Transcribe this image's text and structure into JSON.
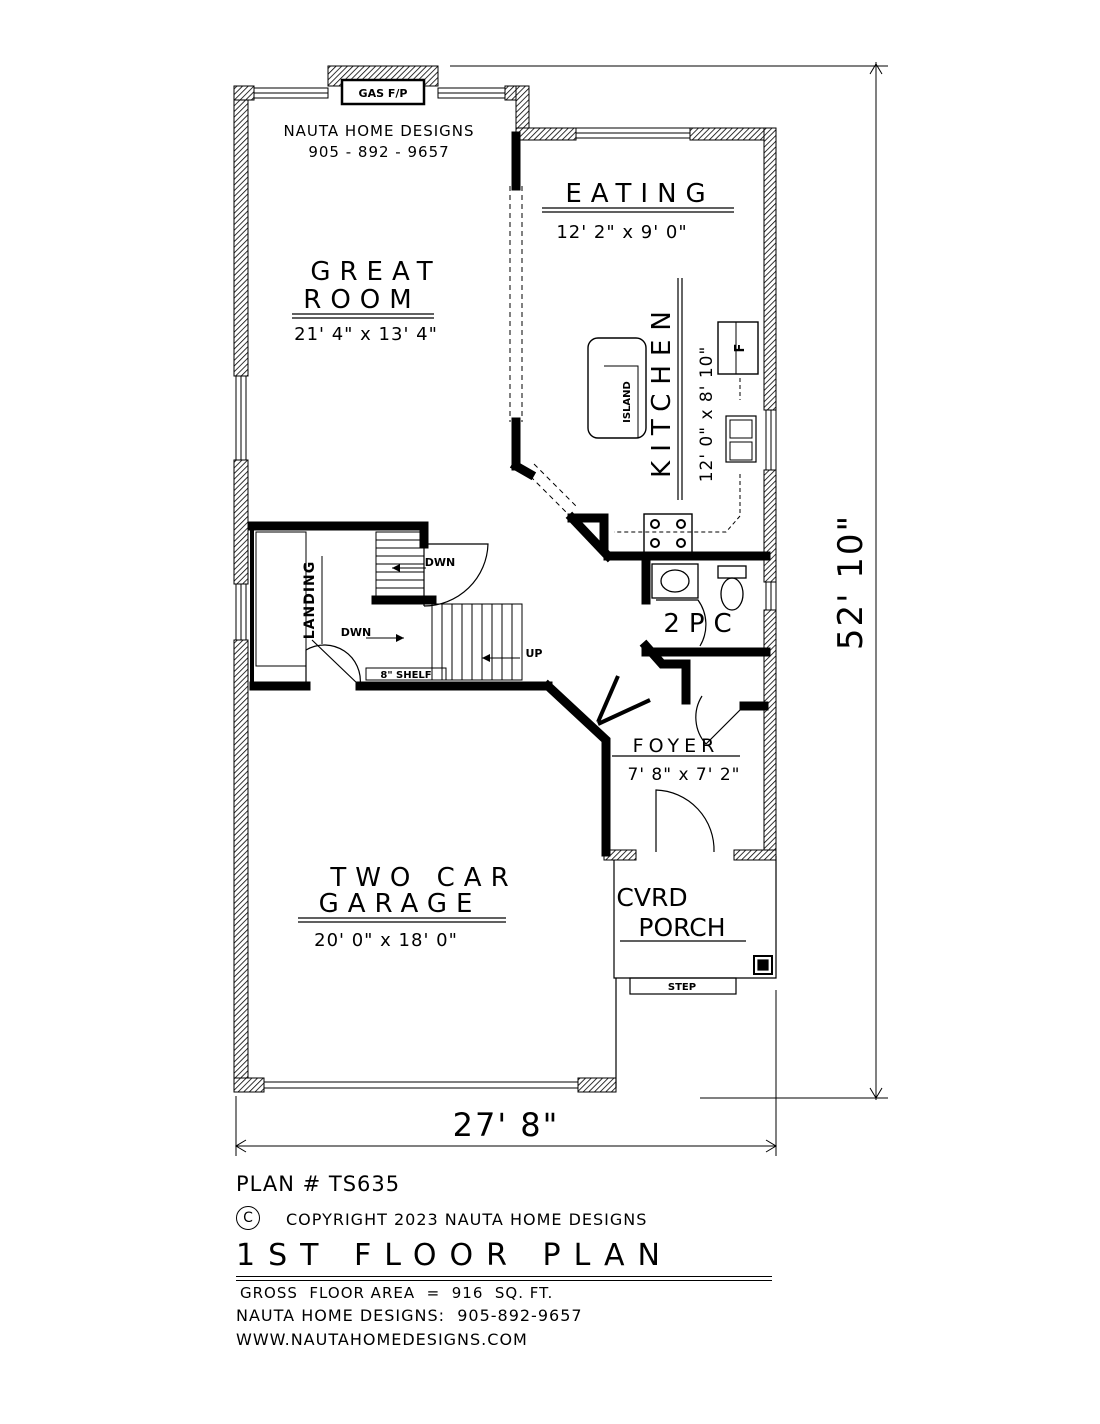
{
  "plan": {
    "designer_name": "NAUTA HOME DESIGNS",
    "designer_phone": "905 - 892 - 9657",
    "fireplace_label": "GAS F/P",
    "rooms": {
      "great_room_line1": "GREAT",
      "great_room_line2": "ROOM",
      "great_room_size": "21' 4\" x 13' 4\"",
      "eating": "EATING",
      "eating_size": "12' 2\" x 9' 0\"",
      "kitchen": "KITCHEN",
      "kitchen_size": "12' 0\" x 8' 10\"",
      "island": "ISLAND",
      "fridge": "F",
      "landing": "LANDING",
      "powder": "2PC",
      "foyer": "FOYER",
      "foyer_size": "7' 8\" x 7' 2\"",
      "garage_line1": "TWO CAR",
      "garage_line2": "GARAGE",
      "garage_size": "20' 0\" x 18' 0\"",
      "porch_line1": "CVRD",
      "porch_line2": "PORCH",
      "step": "STEP",
      "shelf": "8\" SHELF"
    },
    "stairs": {
      "down_upper": "DWN",
      "down_landing": "DWN",
      "up": "UP"
    },
    "dimensions": {
      "overall_depth": "52' 10\"",
      "overall_width": "27' 8\""
    }
  },
  "footer": {
    "plan_number": "PLAN # TS635",
    "copyright_symbol": "C",
    "copyright": "COPYRIGHT 2023 NAUTA HOME DESIGNS",
    "title": "1ST FLOOR PLAN",
    "area": "GROSS  FLOOR AREA  =  916  SQ. FT.",
    "contact": "NAUTA HOME DESIGNS:  905-892-9657",
    "website": "WWW.NAUTAHOMEDESIGNS.COM"
  }
}
